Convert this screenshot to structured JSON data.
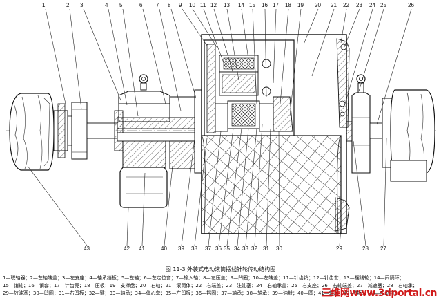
{
  "figure": {
    "caption": "图 11-3  外装式电动滚筒摆线针轮传动结构图",
    "legend_lines": [
      "1—联轴器；2—左轴端盖；3—左支座；4—轴承挡板；5—左轴；6—左定位套；7—输入轴；8—左压盖；9—凹圈；10—左端盖；11—针齿销；12—针齿套；13—摆线轮；14—间隔环；",
      "15—销轴；16—销套；17—针齿壳；18—压板；19—支撑盘；20—右轴；21—滚筒体；22—右端盖；23—注油塞；24—右轴承盖；25—右支座；26—右轴端盖；27—减速器；28—右轴承；",
      "29—放油塞；30—凹圈；31—右凹板；32—键；33—轴承；34—偏心套；35—左凹板；36—挡圈；37—轴承；38—轴承；39—油封；40—圆；41—轴承；42—轴承；43—电动机"
    ],
    "watermark": "三维网www.3dportal.cn"
  },
  "callouts_top": [
    "1",
    "2",
    "3",
    "4",
    "5",
    "6",
    "7",
    "8",
    "9",
    "10",
    "11",
    "12",
    "13",
    "14",
    "15",
    "16",
    "17",
    "18",
    "19",
    "20",
    "21",
    "22",
    "23",
    "24",
    "25",
    "26"
  ],
  "callouts_bottom": [
    "43",
    "42",
    "41",
    "40",
    "39",
    "38",
    "37",
    "36",
    "35",
    "34",
    "33",
    "32",
    "31",
    "30",
    "29",
    "28",
    "27"
  ]
}
